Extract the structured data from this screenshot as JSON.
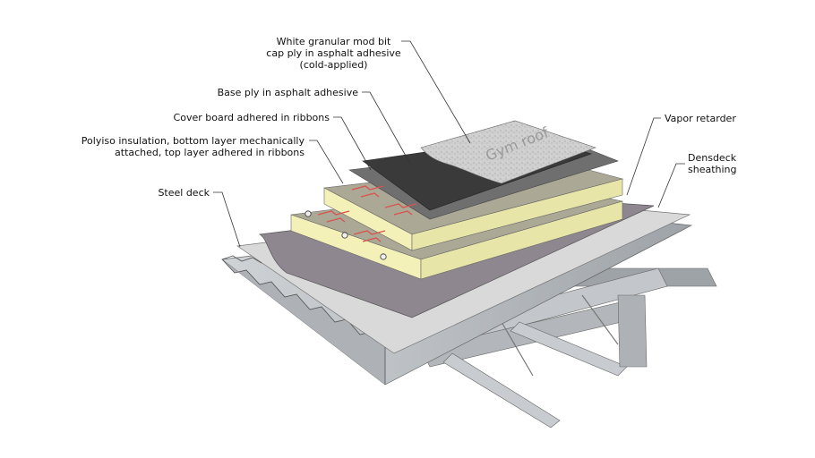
{
  "labels": {
    "cap_ply": [
      "White granular mod bit",
      "cap ply in asphalt adhesive",
      "(cold-applied)"
    ],
    "base_ply": "Base ply in asphalt adhesive",
    "cover_board": "Cover board adhered in ribbons",
    "polyiso": [
      "Polyiso insulation, bottom layer mechanically",
      "attached, top layer adhered in ribbons"
    ],
    "steel_deck": "Steel deck",
    "vapor_retarder": "Vapor retarder",
    "densdeck": [
      "Densdeck",
      "sheathing"
    ]
  },
  "stamp_text": "Gym roof",
  "colors": {
    "cap_ply": "#c9c9c9",
    "base_ply": "#3a3a3a",
    "cover_board": "#aca896",
    "polyiso": "#f4f1b8",
    "vapor_retarder": "#8f8790",
    "densdeck": "#d6d6d6",
    "steel": "#b8bcc0",
    "adhesive_ribbon": "#d9534f"
  }
}
